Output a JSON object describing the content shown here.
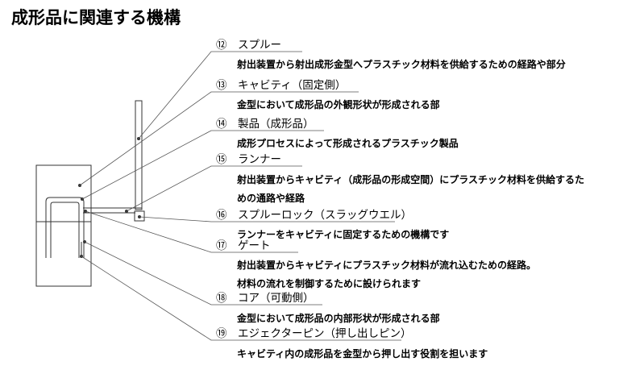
{
  "title": "成形品に関連する機構",
  "items": [
    {
      "label": "⑫　スプルー",
      "desc": [
        "射出装置から射出成形金型へプラスチック材料を供給するための経路や部分"
      ]
    },
    {
      "label": "⑬　キャビティ（固定側）",
      "desc": [
        "金型において成形品の外観形状が形成される部"
      ]
    },
    {
      "label": "⑭　製品（成形品）",
      "desc": [
        "成形プロセスによって形成されるプラスチック製品"
      ]
    },
    {
      "label": "⑮　ランナー",
      "desc": [
        "射出装置からキャビティ（成形品の形成空間）にプラスチック材料を供給するた",
        "めの通路や経路"
      ]
    },
    {
      "label": "⑯　スプルーロック（スラッグウエル）",
      "desc": [
        "ランナーをキャビティに固定するための機構です"
      ]
    },
    {
      "label": "⑰　ゲート",
      "desc": [
        "射出装置からキャビティにプラスチック材料が流れ込むための経路。",
        "材料の流れを制御するために設けられます"
      ]
    },
    {
      "label": "⑱　コア（可動側）",
      "desc": [
        "金型において成形品の内部形状が形成される部"
      ]
    },
    {
      "label": "⑲　エジェクターピン（押し出しピン）",
      "desc": [
        "キャビティ内の成形品を金型から押し出す役割を担います"
      ]
    }
  ]
}
